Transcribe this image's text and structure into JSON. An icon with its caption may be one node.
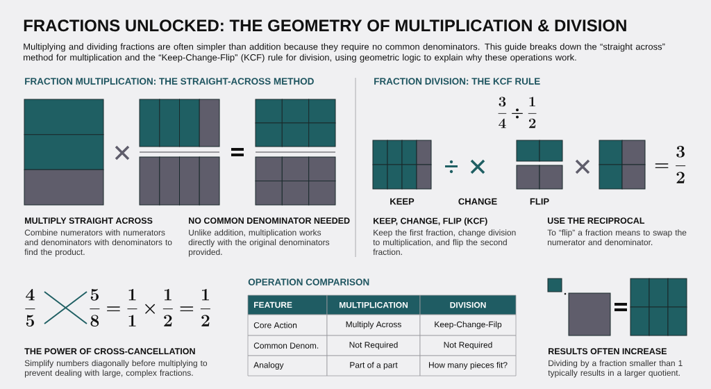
{
  "diagram": {
    "title": "FRACTIONS UNLOCKED: THE GEOMETRY OF MULTIPLICATION & DIVISION",
    "labels": [
      "Multiplying and dividing fractions are often simpler than addition because they require no common denominators. This guide breaks down the “straight across” method for multiplication and the “Keep-Change-Flip” (KCF) rule for division, using geometric logic to explain why these operations work.",
      "FRACTION MULTIPLICATION: THE STRAIGHT-ACROSS METHOD",
      "FRACTION DIVISION: THE KCF RULE",
      "\\frac{3}{4} \\div \\frac{1}{2}",
      "= \\frac{3}{2}",
      "KEEP",
      "CHANGE",
      "FLIP",
      "MULTIPLY STRAIGHT ACROSS",
      "Combine numerators with numerators and denominators with denominators to find the product.",
      "NO COMMON DENOMINATOR NEEDED",
      "Unlike addition, multiplication works directly with the original denominators provided.",
      "KEEP, CHANGE, FLIP (KCF)",
      "Keep the first fraction, change division to multiplication, and flip the second fraction.",
      "USE THE RECIPROCAL",
      "To “flip” a fraction means to swap the numerator and denominator.",
      "\\frac{4}{5}",
      "\\frac{5}{8} = \\frac{1}{1} \\times \\frac{1}{2} = \\frac{1}{2}",
      "THE POWER OF CROSS-CANCELLATION",
      "Simplify numbers diagonally before multiplying to prevent dealing with large, complex fractions.",
      "OPERATION COMPARISON",
      "FEATURE",
      "MULTIPLICATION",
      "DIVISION",
      "Core Action",
      "Multiply Across",
      "Keep-Change-Filp",
      "Common Denom.",
      "Not Required",
      "Not Required",
      "Analogy",
      "Part of a part",
      "How many pieces fit?",
      "RESULTS OFTEN INCREASE",
      "Dividing by a fraction smaller than 1 typically results in a larger quotient."
    ]
  }
}
